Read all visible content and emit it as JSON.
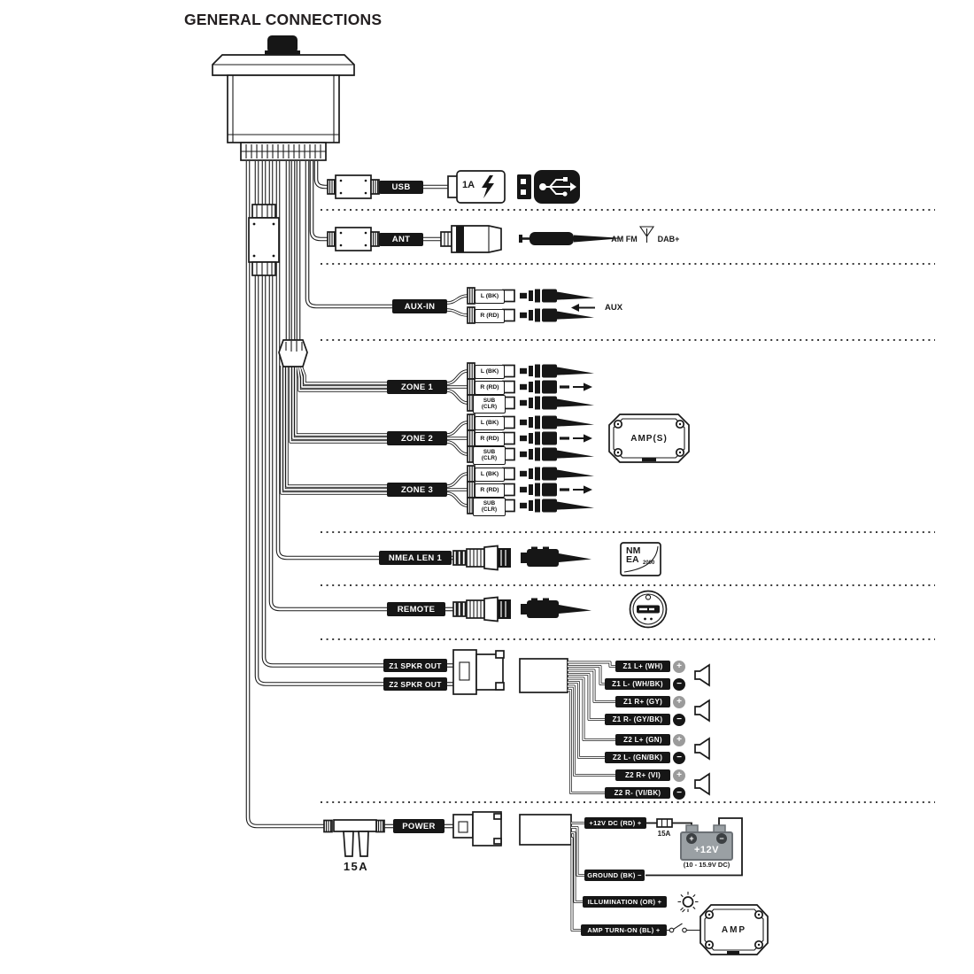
{
  "title": "GENERAL CONNECTIONS",
  "usb": {
    "label": "USB",
    "amp_rating": "1A"
  },
  "ant": {
    "label": "ANT",
    "band_left": "AM FM",
    "band_right": "DAB+"
  },
  "aux": {
    "label": "AUX-IN",
    "jack_l": "L (BK)",
    "jack_r": "R (RD)",
    "source_label": "AUX"
  },
  "zones": [
    {
      "label": "ZONE 1",
      "jack_l": "L (BK)",
      "jack_r": "R (RD)",
      "jack_sub": "SUB\n(CLR)"
    },
    {
      "label": "ZONE 2",
      "jack_l": "L (BK)",
      "jack_r": "R (RD)",
      "jack_sub": "SUB\n(CLR)"
    },
    {
      "label": "ZONE 3",
      "jack_l": "L (BK)",
      "jack_r": "R (RD)",
      "jack_sub": "SUB\n(CLR)"
    }
  ],
  "amps_box_label": "AMP(S)",
  "nmea": {
    "label": "NMEA LEN 1",
    "logo_line1": "NM",
    "logo_line2": "EA",
    "logo_year": "2000"
  },
  "remote": {
    "label": "REMOTE"
  },
  "speakers": {
    "z1_label": "Z1 SPKR OUT",
    "z2_label": "Z2 SPKR OUT",
    "wires": [
      {
        "label": "Z1 L+ (WH)",
        "polarity": "+"
      },
      {
        "label": "Z1 L- (WH/BK)",
        "polarity": "−"
      },
      {
        "label": "Z1 R+ (GY)",
        "polarity": "+"
      },
      {
        "label": "Z1 R- (GY/BK)",
        "polarity": "−"
      },
      {
        "label": "Z2 L+ (GN)",
        "polarity": "+"
      },
      {
        "label": "Z2 L- (GN/BK)",
        "polarity": "−"
      },
      {
        "label": "Z2 R+ (VI)",
        "polarity": "+"
      },
      {
        "label": "Z2 R- (VI/BK)",
        "polarity": "−"
      }
    ]
  },
  "power": {
    "label": "POWER",
    "inline_fuse_rating": "15A",
    "v12_label": "+12V DC (RD) +",
    "v12_fuse_rating": "15A",
    "battery": {
      "voltage": "+12V",
      "range": "(10 - 15.9V DC)",
      "plus": "+",
      "minus": "−"
    },
    "ground_label": "GROUND (BK) −",
    "illumination_label": "ILLUMINATION (OR) +",
    "amp_turn_on_label": "AMP TURN-ON (BL) +",
    "amp_box_label": "AMP"
  },
  "colors": {
    "line": "#1a1a1a",
    "battery_fill": "#9aa0a4",
    "plus_gray": "#9b9b9b"
  }
}
